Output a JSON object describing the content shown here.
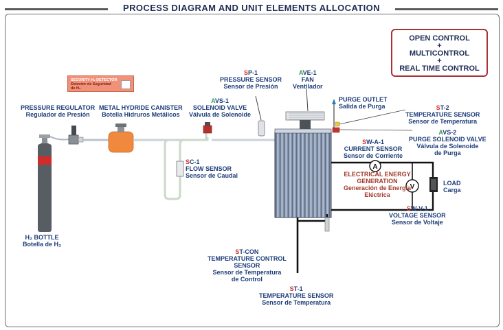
{
  "header": {
    "title": "PROCESS DIAGRAM AND UNIT ELEMENTS ALLOCATION"
  },
  "control_box": {
    "line1": "OPEN CONTROL",
    "plus1": "+",
    "line2": "MULTICONTROL",
    "plus2": "+",
    "line3": "REAL TIME CONTROL"
  },
  "detector": {
    "line1": "SECURITY H₂ DETECTOR",
    "line2": "Detector de Seguridad",
    "line3": "de H₂"
  },
  "labels": {
    "pressure_regulator": {
      "en": "PRESSURE REGULATOR",
      "es": "Regulador de Presión"
    },
    "metal_hydride": {
      "en": "METAL HYDRIDE CANISTER",
      "es": "Botella Hidruros Metálicos"
    },
    "avs1": {
      "code_a": "A",
      "code_rest": "VS-1",
      "en": "SOLENOID VALVE",
      "es": "Válvula de Solenoide"
    },
    "sp1": {
      "code_a": "S",
      "code_rest": "P-1",
      "en": "PRESSURE SENSOR",
      "es": "Sensor de Presión"
    },
    "ave1": {
      "code_a": "A",
      "code_rest": "VE-1",
      "en": "FAN",
      "es": "Ventilador"
    },
    "purge_outlet": {
      "en": "PURGE OUTLET",
      "es": "Salida de Purga"
    },
    "st2": {
      "code_a": "S",
      "code_rest": "T-2",
      "en": "TEMPERATURE SENSOR",
      "es": "Sensor de Temperatura"
    },
    "avs2": {
      "code_a": "A",
      "code_rest": "VS-2",
      "en": "PURGE SOLENOID VALVE",
      "es1": "Válvula de Solenoide",
      "es2": "de Purga"
    },
    "swa1": {
      "code_a": "S",
      "code_rest": "W-A-1",
      "en": "CURRENT SENSOR",
      "es": "Sensor de Corriente"
    },
    "eeg": {
      "en1": "ELECTRICAL ENERGY",
      "en2": "GENERATION",
      "es1": "Generación de Energía",
      "es2": "Eléctrica"
    },
    "load": {
      "en": "LOAD",
      "es": "Carga"
    },
    "swv1": {
      "code_a": "S",
      "code_rest": "W-V-1",
      "en": "VOLTAGE SENSOR",
      "es": "Sensor de Voltaje"
    },
    "sc1": {
      "code_a": "S",
      "code_rest": "C-1",
      "en": "FLOW SENSOR",
      "es": "Sensor de Caudal"
    },
    "h2_bottle": {
      "en": "H₂ BOTTLE",
      "es": "Botella de H₂"
    },
    "stcon": {
      "code_a": "S",
      "code_rest": "T-CON",
      "en1": "TEMPERATURE CONTROL",
      "en2": "SENSOR",
      "es1": "Sensor de Temperatura",
      "es2": "de Control"
    },
    "st1": {
      "code_a": "S",
      "code_rest": "T-1",
      "en": "TEMPERATURE SENSOR",
      "es": "Sensor de Temperatura"
    },
    "ammeter": "A",
    "voltmeter": "V"
  },
  "colors": {
    "sensor_letter": "#d4312b",
    "actuator_letter": "#2f9c4a",
    "label_text": "#1c3c78",
    "frame": "#6b6b6b",
    "control_border": "#a83236"
  }
}
